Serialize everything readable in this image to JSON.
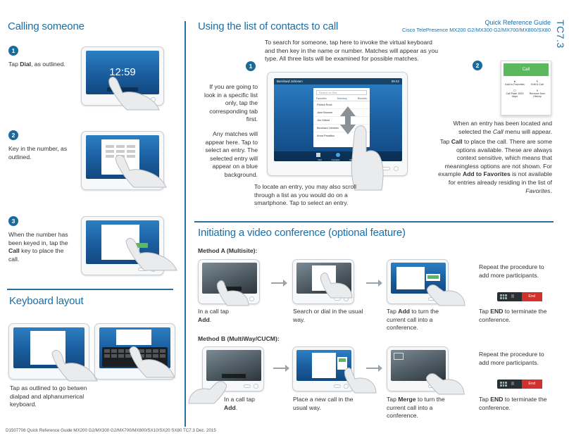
{
  "header": {
    "guide_title": "Quick Reference Guide",
    "guide_models": "Cisco TelePresence MX200 G2/MX300 G2/MX700/MX800/SX80",
    "version_tab": "TC7.3"
  },
  "calling": {
    "title": "Calling someone",
    "step1": {
      "num": "1",
      "pre": "Tap ",
      "bold": "Dial",
      "post": ", as outlined.",
      "clock": "12:59"
    },
    "step2": {
      "num": "2",
      "text": "Key in the number, as outlined."
    },
    "step3": {
      "num": "3",
      "pre": "When the number has been keyed in, tap the ",
      "bold": "Call",
      "post": " key to place the call."
    }
  },
  "keyboard": {
    "title": "Keyboard layout",
    "text": "Tap as outlined to go betwen dialpad and alphanumerical keyboard."
  },
  "contacts": {
    "title": "Using the list of contacts to call",
    "step1_num": "1",
    "step2_num": "2",
    "search_note": "To search for someone, tap here to invoke the virtual keyboard and then key in the name or number. Matches will appear as you type. All three lists will be examined for possible matches.",
    "tab_note": "If you are going to look in a specific list only, tap the corresponding tab first.",
    "match_note": "Any matches will appear here. Tap to select an entry. The selected entry will appear on a blue background.",
    "scroll_note": "To locate an entry, you may also scroll through a list as you would do on a smartphone. Tap to select an entry.",
    "screen": {
      "user": "Bernhard Johnsen",
      "time": "09:42",
      "search_placeholder": "Search or Dial",
      "tabs": [
        "Favorites",
        "Directory",
        "Recents"
      ],
      "entries": [
        "Patrick Rook",
        "Jane Browne",
        "Jim Gilbert",
        "Bernhard Johnsen",
        "Anna Paradiso"
      ],
      "nav": [
        "Dial",
        "Contacts",
        "Meetings"
      ]
    },
    "menu": {
      "call_label": "Call",
      "items": [
        "Add to Favorites",
        "Edit & Call",
        "Call Rate 1920 kbps",
        "Remove from History"
      ]
    },
    "menu_note1_pre": "When an entry has been located and selected the ",
    "menu_note1_it": "Call",
    "menu_note1_post": " menu will appear.",
    "menu_note2_pre": "Tap ",
    "menu_note2_b1": "Call",
    "menu_note2_mid": " to place the call. There are some options available. These are always context sensitive, which means that meaningless options are not shown. For example ",
    "menu_note2_b2": "Add to Favorites",
    "menu_note2_mid2": " is not available for entries already residing in the list of ",
    "menu_note2_it": "Favorites",
    "menu_note2_end": "."
  },
  "conference": {
    "title": "Initiating a video conference (optional feature)",
    "method_a": {
      "label": "Method A (Multisite):",
      "c1_pre": "In a call tap ",
      "c1_b": "Add",
      "c1_post": ".",
      "c2": "Search or dial in the usual way.",
      "c3_pre": "Tap ",
      "c3_b": "Add",
      "c3_post": " to turn the current call into a conference.",
      "repeat": "Repeat the procedure to add more participants.",
      "end_pre": "Tap ",
      "end_b": "END",
      "end_post": " to terminate the conference.",
      "end_label": "End"
    },
    "method_b": {
      "label": "Method B (MultiWay/CUCM):",
      "c1_pre": "In a call tap ",
      "c1_b": "Add",
      "c1_post": ".",
      "c2": "Place a new call in the usual way.",
      "c3_pre": "Tap ",
      "c3_b": "Merge",
      "c3_post": " to turn the current call into a conference.",
      "repeat": "Repeat the procedure to add more participants.",
      "end_pre": "Tap ",
      "end_b": "END",
      "end_post": " to terminate the conference.",
      "end_label": "End"
    }
  },
  "footer": "D1507706 Quick Reference Guide MX200 G2/MX300 G2/MX700/MX800/SX10/SX20 SX80 TC7.3 Dec. 2015",
  "colors": {
    "accent": "#1a6fa8",
    "divider": "#2c6f9e",
    "call_green": "#5cb85c",
    "end_red": "#d2322d"
  }
}
